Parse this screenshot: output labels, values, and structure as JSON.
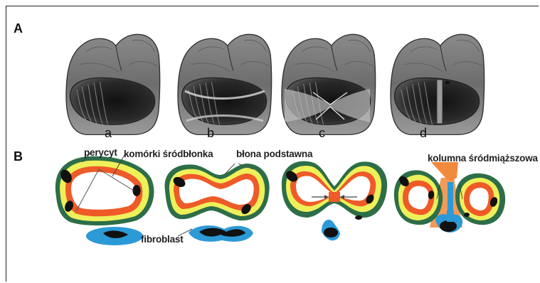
{
  "panels": {
    "A": {
      "label": "A",
      "stages": [
        "a",
        "b",
        "c",
        "d"
      ]
    },
    "B": {
      "label": "B",
      "annotations": {
        "pericyte": "perycyt",
        "endothelial_cells": "komórki śródbłonka",
        "basement_membrane": "błona podstawna",
        "fibroblast": "fibroblast",
        "interstitial_column": "kolumna śródmiąższowa"
      }
    }
  },
  "colors": {
    "endothelium_orange": "#ee5a28",
    "pericyte_yellow": "#eef05a",
    "basement_green": "#2d6e48",
    "fibroblast_blue": "#2c9ad6",
    "column_orange": "#f08a3c",
    "vessel_gray": "#7f7f7f"
  }
}
